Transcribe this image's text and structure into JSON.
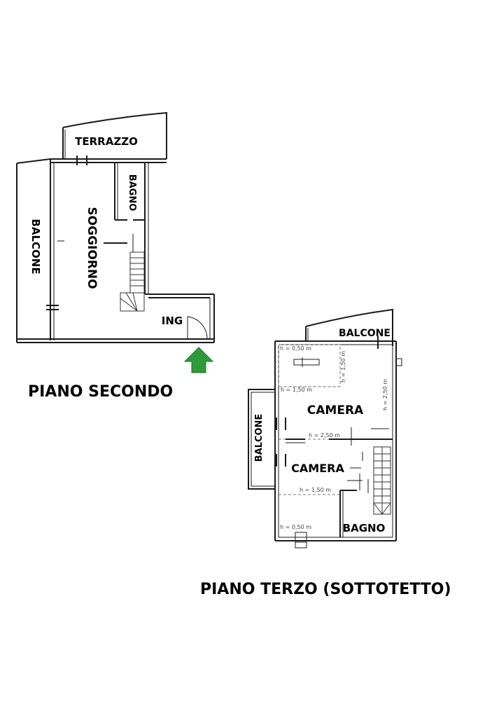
{
  "floor_second": {
    "title": "PIANO SECONDO",
    "rooms": {
      "terrace": "TERRAZZO",
      "bathroom": "BAGNO",
      "balcony": "BALCONE",
      "living": "SOGGIORNO",
      "entrance": "ING"
    },
    "entrance_arrow_color": "#2e9b3a"
  },
  "floor_third": {
    "title": "PIANO TERZO (SOTTOTETTO)",
    "rooms": {
      "balcony_top": "BALCONE",
      "balcony_side": "BALCONE",
      "bedroom_1": "CAMERA",
      "bedroom_2": "CAMERA",
      "bathroom": "BAGNO"
    },
    "heights": {
      "h050_top": "h = 0,50 m",
      "h150_top": "h = 1,50 m",
      "h150_vertical": "h = 1,50 m",
      "h250_vertical": "h = 2,50 m",
      "h250_middle": "h = 2,50 m",
      "h150_lower": "h = 1,50 m",
      "h050_bottom": "h = 0,50 m"
    }
  }
}
